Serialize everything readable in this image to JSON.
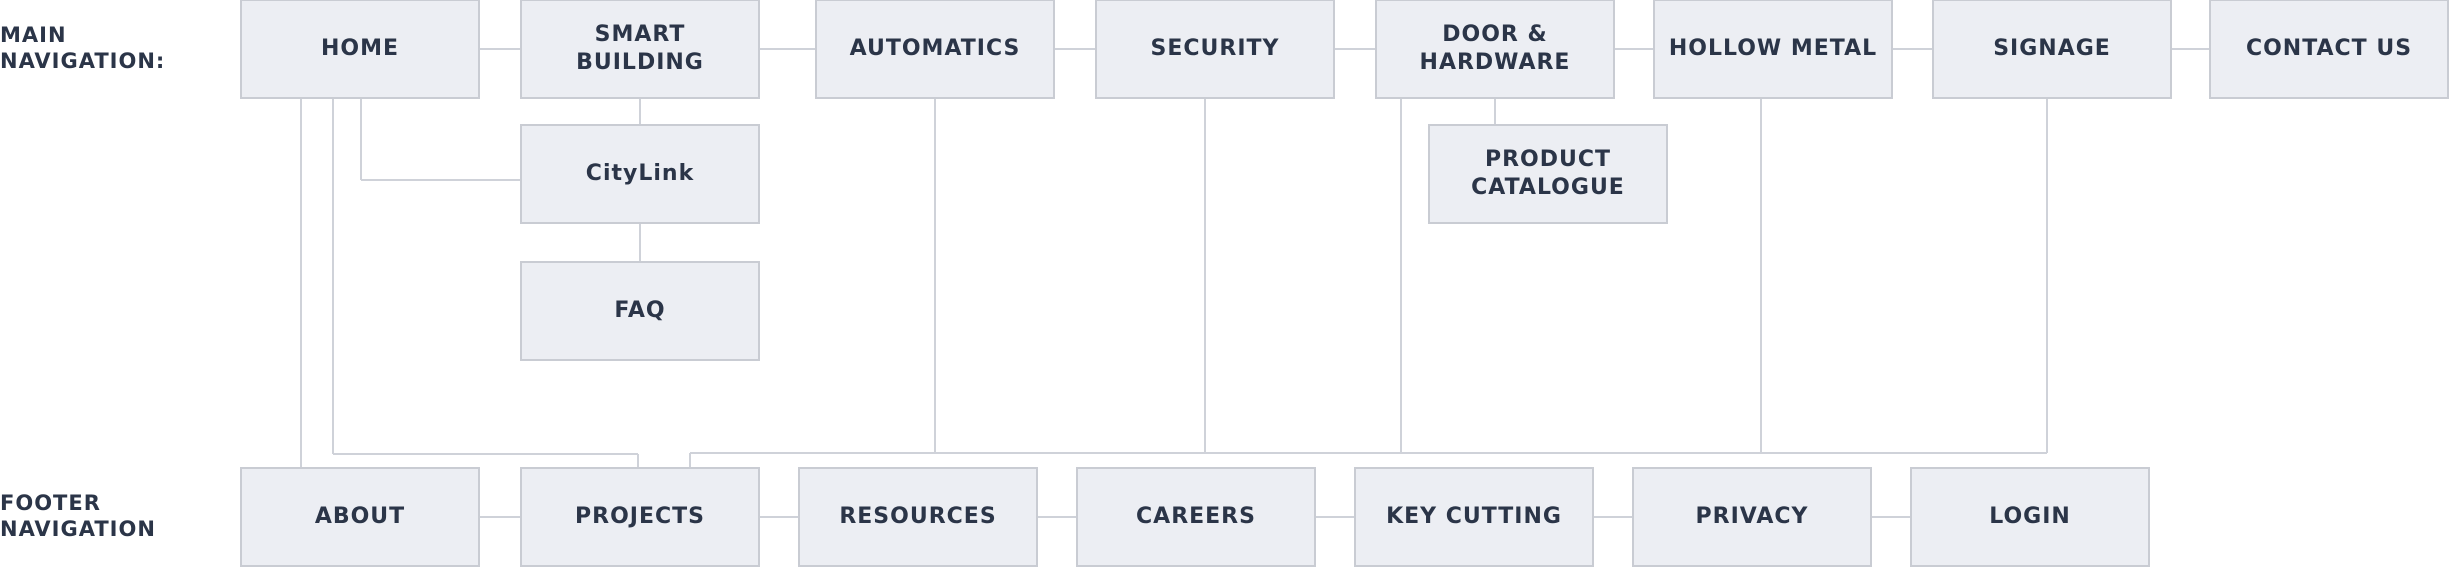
{
  "labels": {
    "main": "MAIN\nNAVIGATION:",
    "footer": "FOOTER\nNAVIGATION"
  },
  "main_nav": {
    "home": "HOME",
    "smart_building": "SMART BUILDING",
    "automatics": "AUTOMATICS",
    "security": "SECURITY",
    "door_hardware": "DOOR &\nHARDWARE",
    "hollow_metal": "HOLLOW METAL",
    "signage": "SIGNAGE",
    "contact_us": "CONTACT US"
  },
  "sub_nav": {
    "citylink": "CityLink",
    "faq": "FAQ",
    "product_catalogue": "PRODUCT\nCATALOGUE"
  },
  "footer_nav": {
    "about": "ABOUT",
    "projects": "PROJECTS",
    "resources": "RESOURCES",
    "careers": "CAREERS",
    "key_cutting": "KEY CUTTING",
    "privacy": "PRIVACY",
    "login": "LOGIN"
  },
  "colors": {
    "box_fill": "#eceef3",
    "box_border": "#c9ccd3",
    "connector": "#cfd2d9",
    "text": "#2b3548"
  }
}
